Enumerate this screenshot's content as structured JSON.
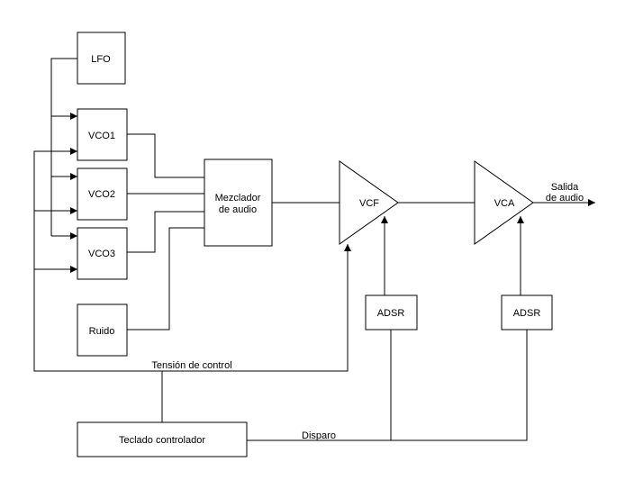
{
  "blocks": {
    "lfo": "LFO",
    "vco1": "VCO1",
    "vco2": "VCO2",
    "vco3": "VCO3",
    "ruido": "Ruido",
    "mixer_line1": "Mezclador",
    "mixer_line2": "de audio",
    "vcf": "VCF",
    "vca": "VCA",
    "adsr_vcf": "ADSR",
    "adsr_vca": "ADSR",
    "keyboard": "Teclado controlador"
  },
  "labels": {
    "output_line1": "Salida",
    "output_line2": "de audio",
    "control_voltage": "Tensión de control",
    "trigger": "Disparo"
  }
}
